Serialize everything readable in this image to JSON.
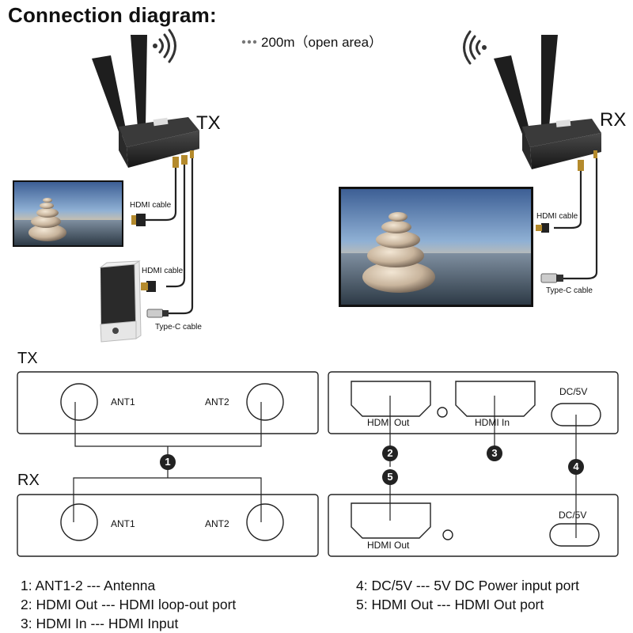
{
  "title": "Connection diagram:",
  "range_text": "200m（open area）",
  "devices": {
    "tx_label": "TX",
    "rx_label": "RX"
  },
  "cables": {
    "tx_hdmi_tv": "HDMI cable",
    "tx_hdmi_pc": "HDMI cable",
    "tx_typec": "Type-C cable",
    "rx_hdmi": "HDMI cable",
    "rx_typec": "Type-C cable"
  },
  "panels": {
    "tx_label": "TX",
    "rx_label": "RX",
    "ant1": "ANT1",
    "ant2": "ANT2",
    "hdmi_out": "HDMI Out",
    "hdmi_in": "HDMI In",
    "dc": "DC/5V",
    "markers": [
      "1",
      "2",
      "3",
      "4",
      "5"
    ]
  },
  "legend": {
    "left": [
      "1: ANT1-2 --- Antenna",
      "2: HDMI Out --- HDMI loop-out port",
      "3: HDMI In --- HDMI Input"
    ],
    "right": [
      "4: DC/5V --- 5V DC Power input port",
      "5: HDMI Out --- HDMI Out port"
    ]
  },
  "icons": [
    "wifi-signal-icon",
    "dots-icon",
    "stone-stack-image",
    "pc-tower-icon",
    "hdmi-plug-icon",
    "usb-c-plug-icon"
  ]
}
